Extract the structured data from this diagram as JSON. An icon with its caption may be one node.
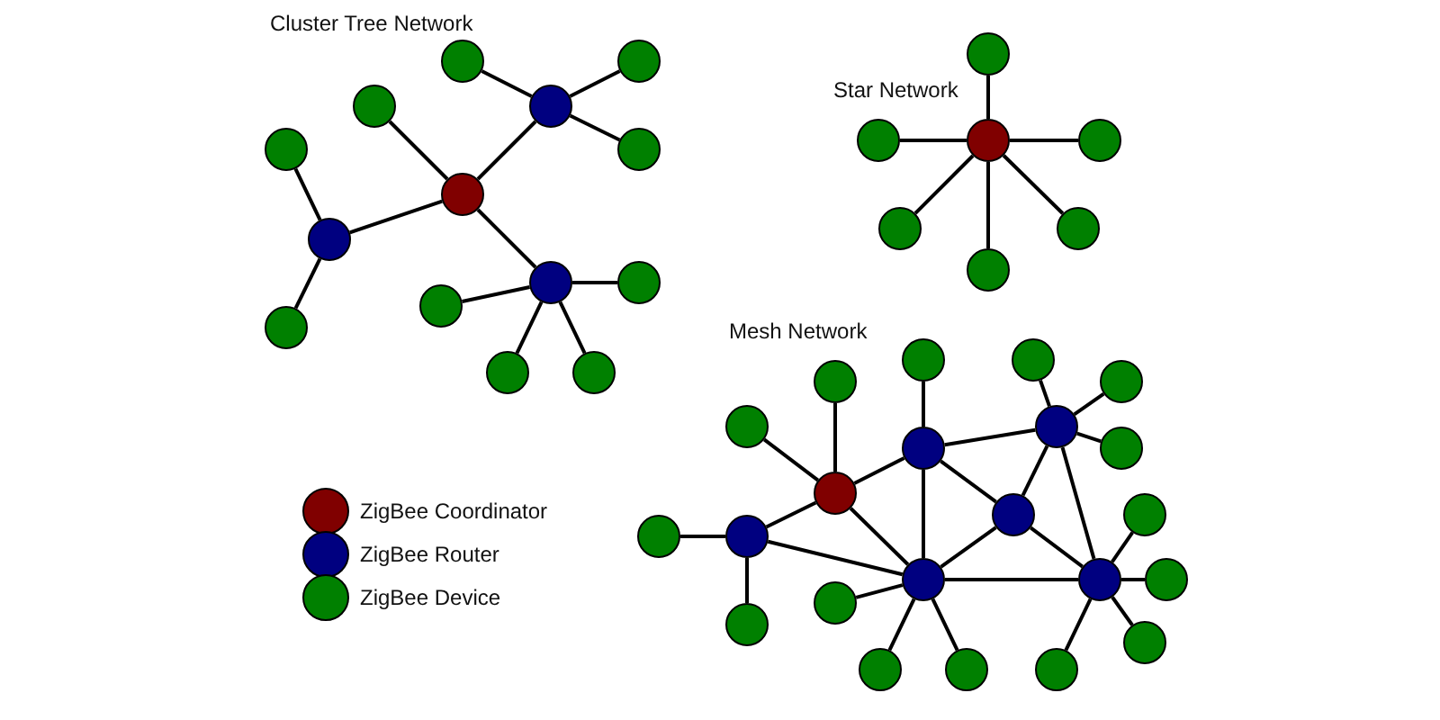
{
  "diagram": {
    "nodes": [
      {
        "text": [],
        "shape": "circle"
      },
      {
        "text": [],
        "shape": "circle"
      },
      {
        "text": [],
        "shape": "circle"
      },
      {
        "text": [],
        "shape": "circle"
      },
      {
        "text": [],
        "shape": "circle"
      },
      {
        "text": [],
        "shape": "circle"
      },
      {
        "text": [],
        "shape": "circle"
      },
      {
        "text": [],
        "shape": "circle"
      },
      {
        "text": [],
        "shape": "circle"
      },
      {
        "text": [],
        "shape": "circle"
      },
      {
        "text": [],
        "shape": "circle"
      },
      {
        "text": [],
        "shape": "circle"
      },
      {
        "text": [],
        "shape": "circle"
      },
      {
        "text": [],
        "shape": "circle"
      },
      {
        "text": [],
        "shape": "circle"
      },
      {
        "text": [],
        "shape": "circle"
      },
      {
        "text": [],
        "shape": "circle"
      },
      {
        "text": [],
        "shape": "circle"
      },
      {
        "text": [],
        "shape": "circle"
      },
      {
        "text": [],
        "shape": "circle"
      },
      {
        "text": [],
        "shape": "circle"
      },
      {
        "text": [],
        "shape": "circle"
      },
      {
        "text": [],
        "shape": "circle"
      },
      {
        "text": [],
        "shape": "circle"
      },
      {
        "text": [],
        "shape": "circle"
      },
      {
        "text": [],
        "shape": "circle"
      },
      {
        "text": [],
        "shape": "circle"
      },
      {
        "text": [],
        "shape": "circle"
      },
      {
        "text": [],
        "shape": "circle"
      },
      {
        "text": [],
        "shape": "circle"
      },
      {
        "text": [],
        "shape": "circle"
      },
      {
        "text": [],
        "shape": "circle"
      },
      {
        "text": [],
        "shape": "circle"
      },
      {
        "text": [],
        "shape": "circle"
      },
      {
        "text": [],
        "shape": "circle"
      },
      {
        "text": [],
        "shape": "circle"
      },
      {
        "text": [],
        "shape": "circle"
      },
      {
        "text": [],
        "shape": "circle"
      },
      {
        "text": [],
        "shape": "circle"
      },
      {
        "text": [],
        "shape": "circle"
      },
      {
        "text": [],
        "shape": "circle"
      },
      {
        "text": [],
        "shape": "circle"
      },
      {
        "text": [],
        "shape": "circle"
      }
    ],
    "edges": [
      {
        "from": 0,
        "to": 1,
        "arrow": "none"
      },
      {
        "from": 1,
        "to": 2,
        "arrow": "none"
      },
      {
        "from": 1,
        "to": 3,
        "arrow": "none"
      },
      {
        "from": 1,
        "to": 4,
        "arrow": "none"
      },
      {
        "from": 0,
        "to": 5,
        "arrow": "none"
      },
      {
        "from": 0,
        "to": 6,
        "arrow": "none"
      },
      {
        "from": 6,
        "to": 7,
        "arrow": "none"
      },
      {
        "from": 6,
        "to": 8,
        "arrow": "none"
      },
      {
        "from": 0,
        "to": 9,
        "arrow": "none"
      },
      {
        "from": 9,
        "to": 10,
        "arrow": "none"
      },
      {
        "from": 9,
        "to": 11,
        "arrow": "none"
      },
      {
        "from": 9,
        "to": 12,
        "arrow": "none"
      },
      {
        "from": 9,
        "to": 13,
        "arrow": "none"
      },
      {
        "from": 14,
        "to": 15,
        "arrow": "none"
      },
      {
        "from": 14,
        "to": 16,
        "arrow": "none"
      },
      {
        "from": 14,
        "to": 17,
        "arrow": "none"
      },
      {
        "from": 14,
        "to": 18,
        "arrow": "none"
      },
      {
        "from": 14,
        "to": 19,
        "arrow": "none"
      },
      {
        "from": 14,
        "to": 20,
        "arrow": "none"
      },
      {
        "from": 21,
        "to": 22,
        "arrow": "none"
      },
      {
        "from": 21,
        "to": 25,
        "arrow": "none"
      },
      {
        "from": 21,
        "to": 26,
        "arrow": "none"
      },
      {
        "from": 22,
        "to": 23,
        "arrow": "none"
      },
      {
        "from": 22,
        "to": 24,
        "arrow": "none"
      },
      {
        "from": 22,
        "to": 26,
        "arrow": "none"
      },
      {
        "from": 23,
        "to": 24,
        "arrow": "none"
      },
      {
        "from": 23,
        "to": 27,
        "arrow": "none"
      },
      {
        "from": 24,
        "to": 26,
        "arrow": "none"
      },
      {
        "from": 24,
        "to": 27,
        "arrow": "none"
      },
      {
        "from": 25,
        "to": 26,
        "arrow": "none"
      },
      {
        "from": 26,
        "to": 27,
        "arrow": "none"
      },
      {
        "from": 21,
        "to": 28,
        "arrow": "none"
      },
      {
        "from": 21,
        "to": 29,
        "arrow": "none"
      },
      {
        "from": 22,
        "to": 30,
        "arrow": "none"
      },
      {
        "from": 23,
        "to": 31,
        "arrow": "none"
      },
      {
        "from": 23,
        "to": 32,
        "arrow": "none"
      },
      {
        "from": 23,
        "to": 33,
        "arrow": "none"
      },
      {
        "from": 25,
        "to": 34,
        "arrow": "none"
      },
      {
        "from": 25,
        "to": 35,
        "arrow": "none"
      },
      {
        "from": 26,
        "to": 36,
        "arrow": "none"
      },
      {
        "from": 26,
        "to": 37,
        "arrow": "none"
      },
      {
        "from": 26,
        "to": 38,
        "arrow": "none"
      },
      {
        "from": 27,
        "to": 39,
        "arrow": "none"
      },
      {
        "from": 27,
        "to": 40,
        "arrow": "none"
      },
      {
        "from": 27,
        "to": 41,
        "arrow": "none"
      },
      {
        "from": 27,
        "to": 42,
        "arrow": "none"
      }
    ],
    "labels": [
      "Cluster Tree Network",
      "Star Network",
      "Mesh Network"
    ],
    "legend": [
      {
        "text": "ZigBee Coordinator",
        "color": "#800000"
      },
      {
        "text": "ZigBee Router",
        "color": "#000080"
      },
      {
        "text": "ZigBee Device",
        "color": "#008000"
      }
    ]
  }
}
